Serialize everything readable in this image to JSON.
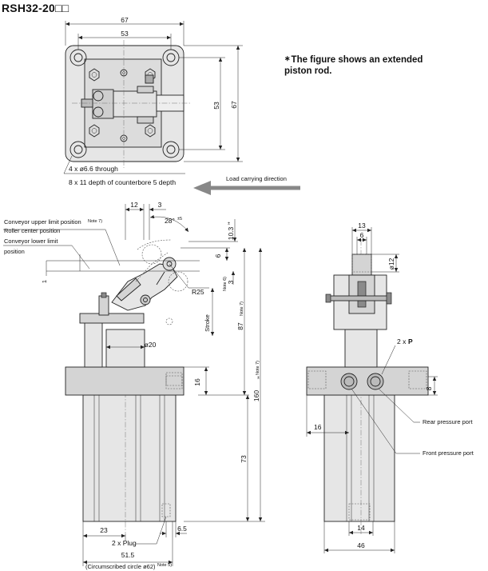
{
  "title": "RSH32-20□□",
  "note": {
    "bullet": "∗",
    "line1": "The figure shows an extended",
    "line2": "piston rod."
  },
  "load_direction": "Load carrying direction",
  "top_view": {
    "dim_width": "67",
    "dim_bolt_pitch": "53",
    "dim_v_pitch": "53",
    "dim_height": "67",
    "hole_note_1": "4 x ø6.6 through",
    "hole_note_2": "8 x 11 depth of counterbore 5 depth"
  },
  "side_view": {
    "label_upper": "Conveyor upper limit position",
    "label_upper_note": "Note 7)",
    "label_roller": "Roller center position",
    "label_lower_1": "Conveyor lower limit",
    "label_lower_2": "position",
    "dim_12": "12",
    "dim_3": "3",
    "angle": "28°",
    "angle_tol": "±5",
    "dim_10_3": "10.3",
    "dim_10_3_tol": "±",
    "dim_6": "6",
    "dim_3b": "3",
    "dim_3b_note": "Note 6)",
    "dim_r25": "R25",
    "dim_1": "1",
    "stroke": "Stroke",
    "dim_phi20": "ø20",
    "dim_87": "87",
    "dim_87_note": "Note 7)",
    "dim_160": "160",
    "dim_160_tol": "±",
    "dim_160_note": "Note 7)",
    "dim_16": "16",
    "dim_73": "73",
    "dim_23": "23",
    "dim_6_5": "6.5",
    "plug": "2 x Plug",
    "dim_51_5": "51.5",
    "circ": "(Circumscribed circle ø62)",
    "circ_note": "Note 5)"
  },
  "front_view": {
    "dim_13": "13",
    "dim_6": "6",
    "dim_phi12": "ø12",
    "ports": "2 x",
    "ports_p": "P",
    "dim_8": "8",
    "dim_16": "16",
    "rear_port": "Rear pressure port",
    "front_port": "Front pressure port",
    "dim_14": "14",
    "dim_46": "46"
  }
}
